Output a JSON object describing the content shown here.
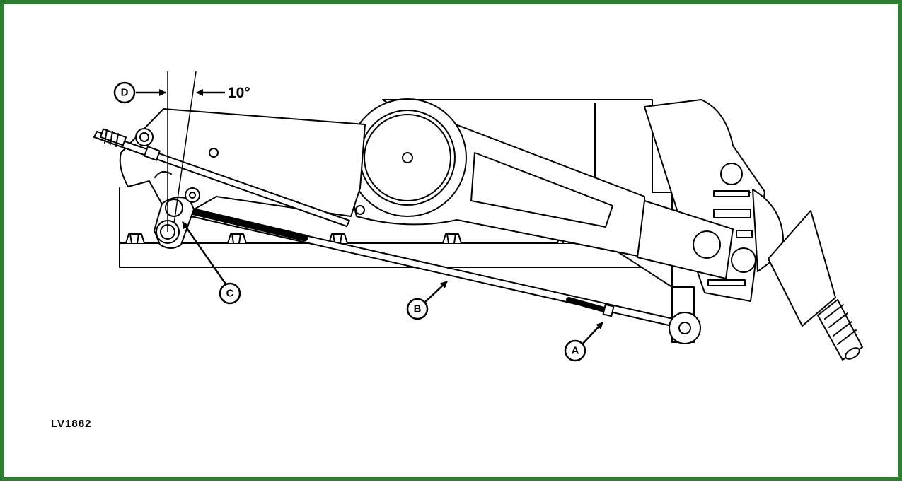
{
  "diagram": {
    "frame_color": "#2e7d32",
    "figure_id": "LV1882",
    "angle_label": "10°",
    "callouts": {
      "a": "A",
      "b": "B",
      "c": "C",
      "d": "D"
    }
  }
}
